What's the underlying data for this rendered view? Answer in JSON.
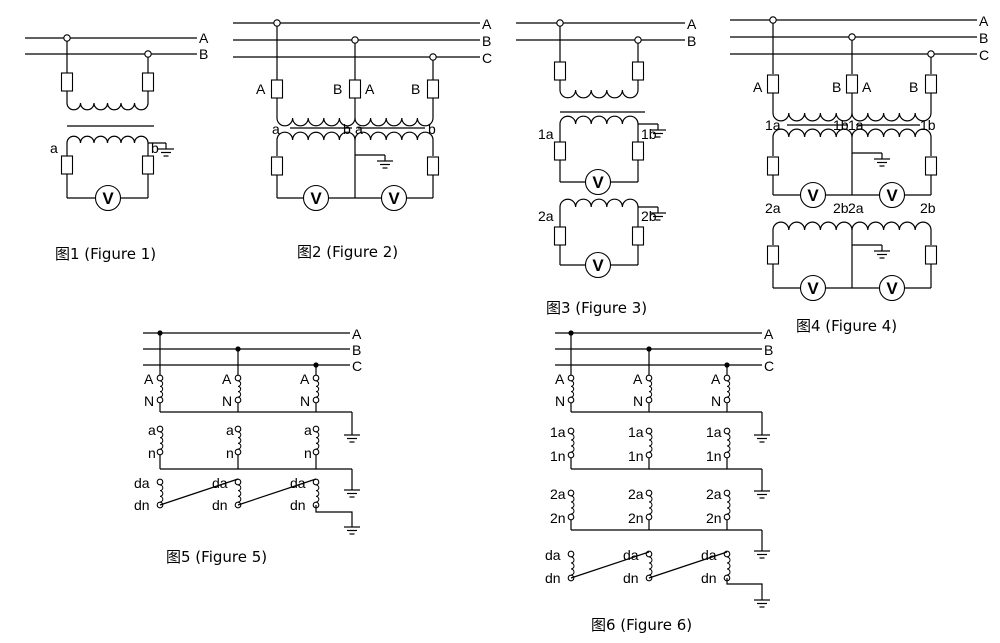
{
  "captions": {
    "fig1": "图1 (Figure 1)",
    "fig2": "图2 (Figure 2)",
    "fig3": "图3 (Figure 3)",
    "fig4": "图4 (Figure 4)",
    "fig5": "图5 (Figure 5)",
    "fig6": "图6 (Figure 6)"
  },
  "phases": {
    "A": "A",
    "B": "B",
    "C": "C"
  },
  "terminals": {
    "A": "A",
    "B": "B",
    "N": "N",
    "a": "a",
    "b": "b",
    "n": "n",
    "a1": "1a",
    "b1": "1b",
    "n1": "1n",
    "a2": "2a",
    "b2": "2b",
    "n2": "2n",
    "da": "da",
    "dn": "dn"
  },
  "meter": "V"
}
